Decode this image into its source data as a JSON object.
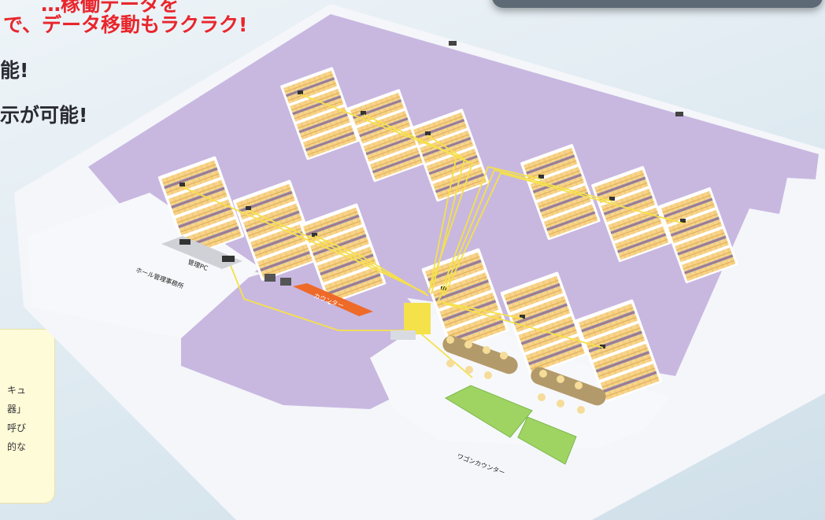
{
  "headline": {
    "line1": "…稼働データを",
    "line2": "で、データ移動もラクラク!",
    "line3": "能!",
    "line4": "示が可能!"
  },
  "note": {
    "line1": "キュ",
    "line2": "器」",
    "line3": "呼び",
    "line4": "的な"
  },
  "floor_map": {
    "labels": {
      "admin_pc": "管理PC",
      "hall_office": "ホール管理事務所",
      "counter": "カウンター",
      "wagon_counter": "ワゴンカウンター"
    },
    "colors": {
      "floor_lavender": "#c8b8e0",
      "island_white": "#ffffff",
      "machine_gold": "#f2c877",
      "cable_yellow": "#f5e14a",
      "counter_orange": "#ee6a28",
      "wagon_green": "#9fd463",
      "table_brown": "#b39a6a"
    }
  }
}
